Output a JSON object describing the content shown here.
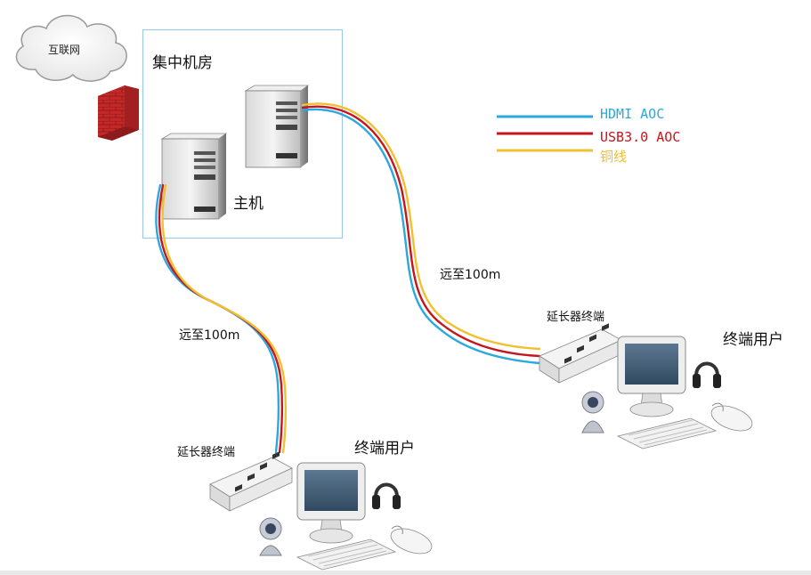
{
  "colors": {
    "hdmi": "#2aa9de",
    "usb": "#c8141c",
    "copper": "#f0c030",
    "room_border": "#9fcbe0",
    "firewall": "#c62828"
  },
  "cloud": {
    "label": "互联网"
  },
  "machine_room": {
    "title": "集中机房",
    "host_label": "主机"
  },
  "legend": [
    {
      "label": "HDMI AOC",
      "color": "#2aa9de"
    },
    {
      "label": "USB3.0 AOC",
      "color": "#c8141c"
    },
    {
      "label": "铜线",
      "color": "#f0c030"
    }
  ],
  "link_right": {
    "distance": "远至100m",
    "extender": "延长器终端",
    "user": "终端用户"
  },
  "link_left": {
    "distance": "远至100m",
    "extender": "延长器终端",
    "user": "终端用户"
  }
}
